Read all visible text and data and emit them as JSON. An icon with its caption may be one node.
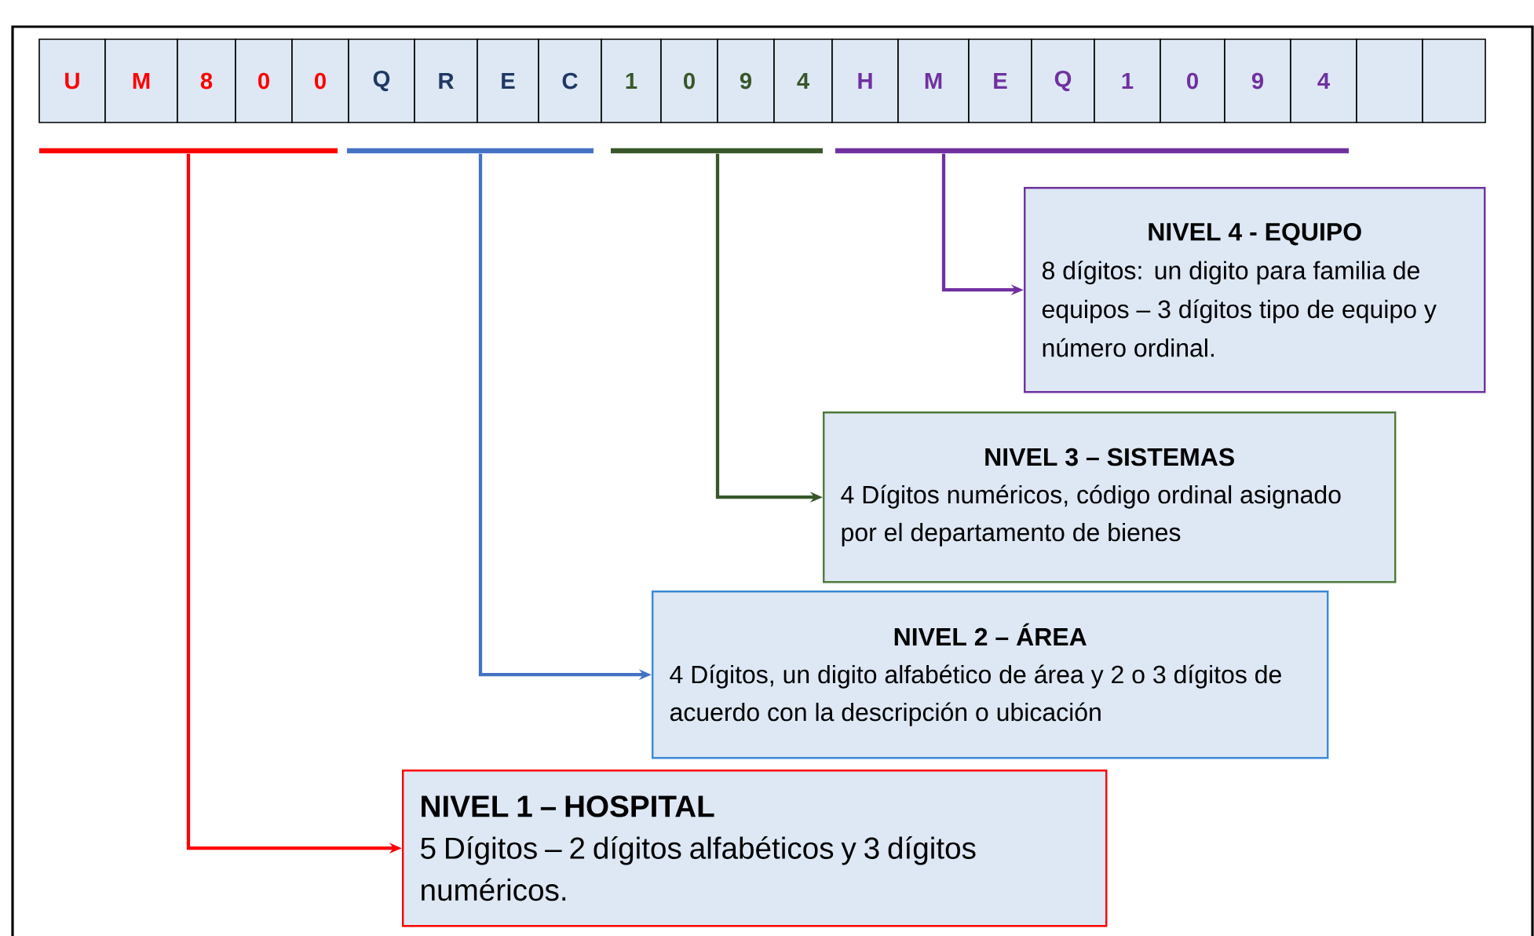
{
  "diagram": {
    "nodes": [
      {
        "text": [
          "U"
        ]
      },
      {
        "text": [
          "M"
        ]
      },
      {
        "text": [
          "8"
        ]
      },
      {
        "text": [
          "0"
        ]
      },
      {
        "text": [
          "0"
        ]
      },
      {
        "text": [
          "Q"
        ]
      },
      {
        "text": [
          "R"
        ]
      },
      {
        "text": [
          "E"
        ]
      },
      {
        "text": [
          "C"
        ]
      },
      {
        "text": [
          "1"
        ]
      },
      {
        "text": [
          "0"
        ]
      },
      {
        "text": [
          "9"
        ]
      },
      {
        "text": [
          "4"
        ]
      },
      {
        "text": [
          "H"
        ]
      },
      {
        "text": [
          "M"
        ]
      },
      {
        "text": [
          "E"
        ]
      },
      {
        "text": [
          "Q"
        ]
      },
      {
        "text": [
          "1"
        ]
      },
      {
        "text": [
          "0"
        ]
      },
      {
        "text": [
          "9"
        ]
      },
      {
        "text": [
          "4"
        ]
      },
      {
        "text": [],
        "shape": "box"
      },
      {
        "text": [],
        "shape": "box"
      },
      {
        "text": [],
        "shape": "bar"
      },
      {
        "text": [],
        "shape": "bar"
      },
      {
        "text": [],
        "shape": "bar"
      },
      {
        "text": [],
        "shape": "bar"
      },
      {
        "text": [
          "NIVEL 4 - EQUIPO",
          "8 dígitos:  un digito para familia de equipos – 3 dígitos tipo de equipo y número ordinal."
        ]
      },
      {
        "text": [
          "NIVEL 3 – SISTEMAS",
          "4 Dígitos numéricos, código ordinal asignado por el departamento de bienes"
        ]
      },
      {
        "text": [
          "NIVEL 2 – ÁREA",
          "4 Dígitos, un digito alfabético de área y 2 o 3 dígitos de acuerdo con la descripción o ubicación"
        ]
      },
      {
        "text": [
          "NIVEL 1 – HOSPITAL",
          "5 Dígitos – 2 dígitos alfabéticos y 3 dígitos numéricos."
        ]
      }
    ],
    "edges": [
      {
        "from": 23,
        "to": 30,
        "arrow": "to",
        "color": "#ff0000"
      },
      {
        "from": 24,
        "to": 29,
        "arrow": "to",
        "color": "#4472c4"
      },
      {
        "from": 25,
        "to": 28,
        "arrow": "to",
        "color": "#38572a"
      },
      {
        "from": 26,
        "to": 27,
        "arrow": "to",
        "color": "#7030a0"
      }
    ]
  }
}
